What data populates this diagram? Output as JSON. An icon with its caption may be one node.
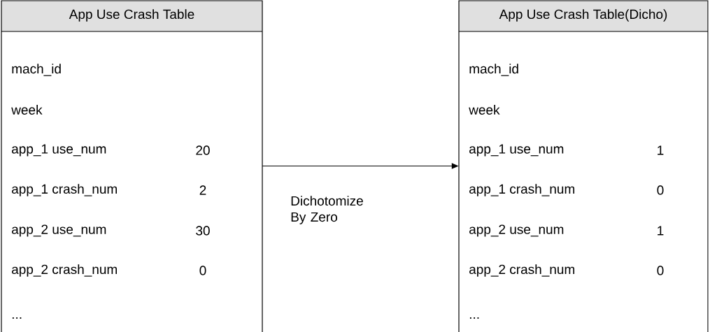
{
  "diagram": {
    "nodes": [
      {
        "text": [
          "App Use Crash Table",
          "mach_id",
          "week",
          "app_1 use_num",
          "20",
          "app_1 crash_num",
          "2",
          "app_2 use_num",
          "30",
          "app_2 crash_num",
          "0",
          "..."
        ]
      },
      {
        "text": [
          "App Use Crash Table(Dicho)",
          "mach_id",
          "week",
          "app_1 use_num",
          "1",
          "app_1 crash_num",
          "0",
          "app_2 use_num",
          "1",
          "app_2 crash_num",
          "0",
          "..."
        ]
      }
    ],
    "edges": [
      {
        "from": 0,
        "to": 1,
        "arrow": "to",
        "label": "Dichotomize By Zero"
      }
    ]
  }
}
